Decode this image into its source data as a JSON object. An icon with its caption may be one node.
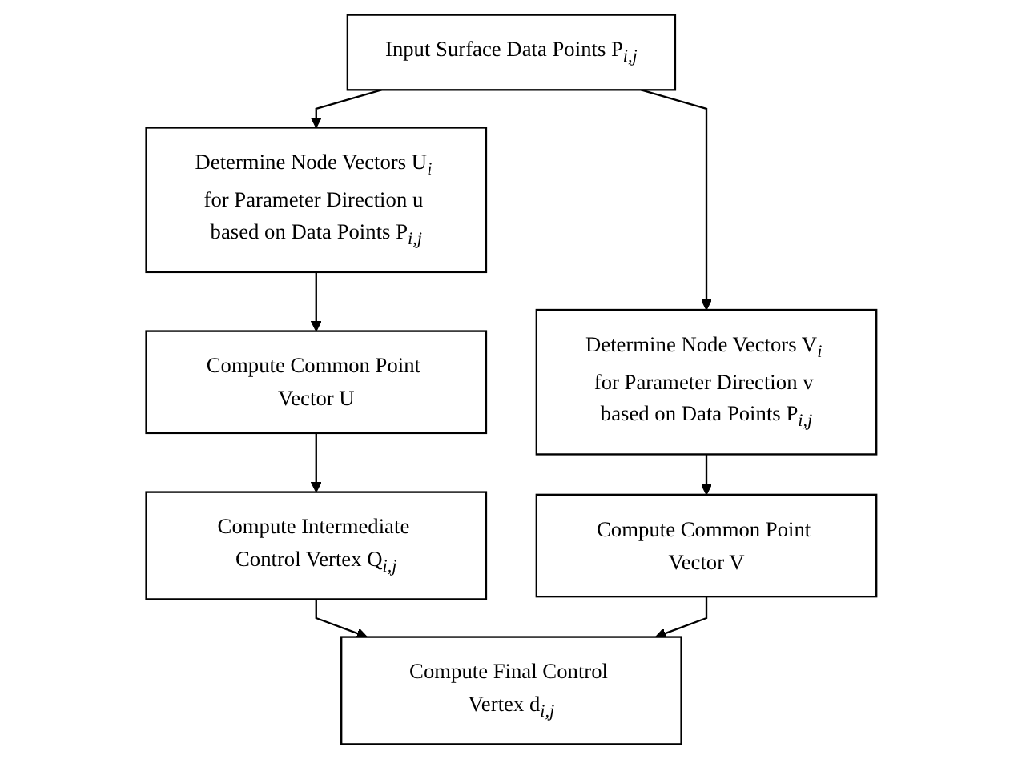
{
  "diagram": {
    "nodes": [
      {
        "text": [
          "Input Surface Data Points P$_{i,j}$"
        ]
      },
      {
        "text": [
          "Determine Node Vectors U$_{i}$ for Parameter Direction u based on Data Points P$_{i,j}$"
        ]
      },
      {
        "text": [
          "Determine Node Vectors V$_{i}$ for Parameter Direction v based on Data Points P$_{i,j}$"
        ]
      },
      {
        "text": [
          "Compute Common Point Vector U"
        ]
      },
      {
        "text": [
          "Compute Common Point Vector V"
        ]
      },
      {
        "text": [
          "Compute Intermediate Control Vertex Q$_{i,j}$"
        ]
      },
      {
        "text": [
          "Compute Final Control Vertex d$_{i,j}$"
        ]
      }
    ],
    "edges": [
      {
        "from": 0,
        "to": 1,
        "arrow": "to"
      },
      {
        "from": 0,
        "to": 2,
        "arrow": "to"
      },
      {
        "from": 1,
        "to": 3,
        "arrow": "to"
      },
      {
        "from": 2,
        "to": 4,
        "arrow": "to"
      },
      {
        "from": 3,
        "to": 5,
        "arrow": "to"
      },
      {
        "from": 5,
        "to": 6,
        "arrow": "to"
      },
      {
        "from": 4,
        "to": 6,
        "arrow": "to"
      }
    ]
  }
}
